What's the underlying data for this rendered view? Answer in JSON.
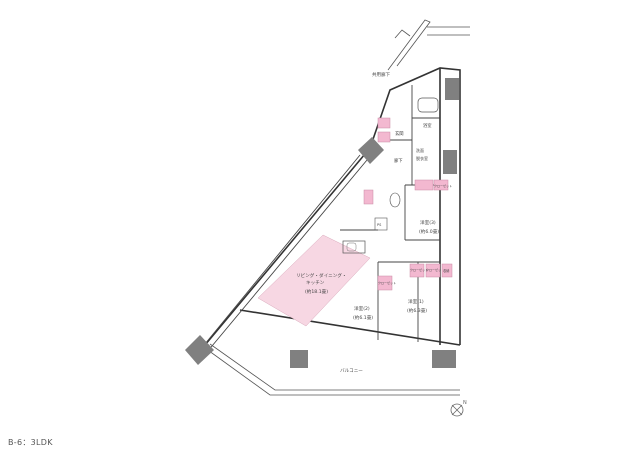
{
  "caption": "B-6：3LDK",
  "labels": {
    "corridor": "共用廊下",
    "entrance": "玄関",
    "hallway": "廊下",
    "bathroom": "浴室",
    "washroom": "洗面",
    "washroom_detail": "脱衣室",
    "ldk_line1": "リビング・ダイニング・",
    "ldk_line2": "キッチン",
    "ldk_area": "(約18.1畳)",
    "room3": "洋室(3)",
    "room3_area": "(約6.0畳)",
    "room2": "洋室(2)",
    "room2_area": "(約6.1畳)",
    "room1": "洋室(1)",
    "room1_area": "(約6.3畳)",
    "balcony": "バルコニー",
    "closet": "クローゼット",
    "closet_short": "収納",
    "wic": "WIC",
    "pantry": "PS",
    "mb": "MB"
  },
  "north_label": "N",
  "colors": {
    "ldk_fill": "#f7d7e3",
    "storage_fill": "#f3b8d0",
    "wall": "#333333",
    "column": "#808080"
  }
}
